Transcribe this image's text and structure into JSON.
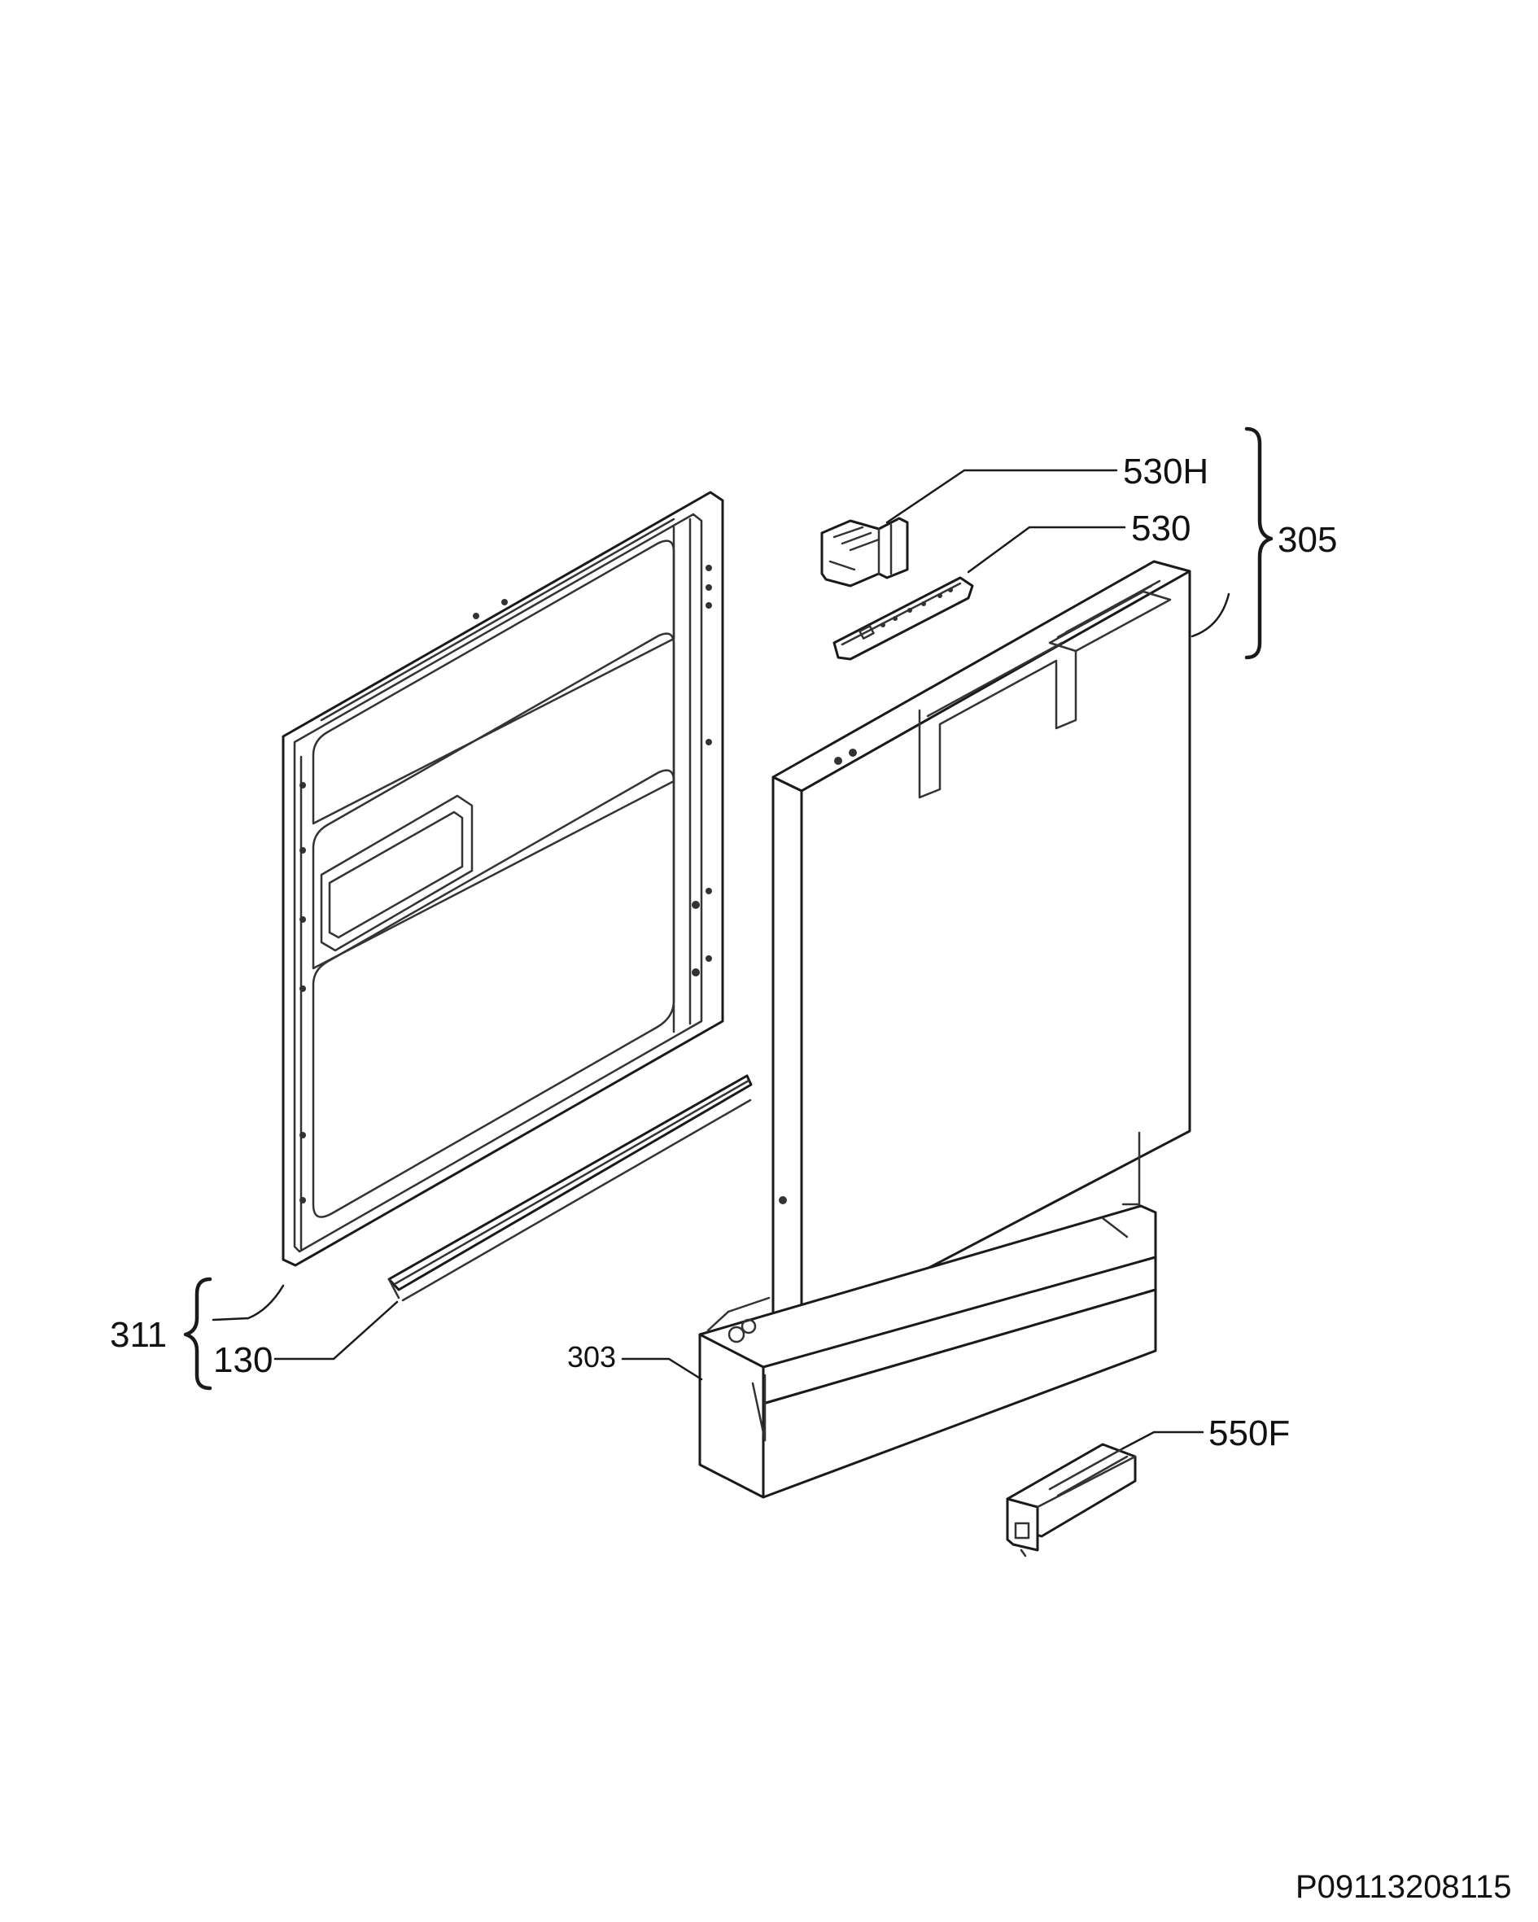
{
  "callouts": {
    "c530h": "530H",
    "c530": "530",
    "c305": "305",
    "c311": "311",
    "c130": "130",
    "c303": "303",
    "c550f": "550F"
  },
  "drawing_id": "P09113208115",
  "colors": {
    "line": "#1a1a1a",
    "background": "#ffffff"
  }
}
